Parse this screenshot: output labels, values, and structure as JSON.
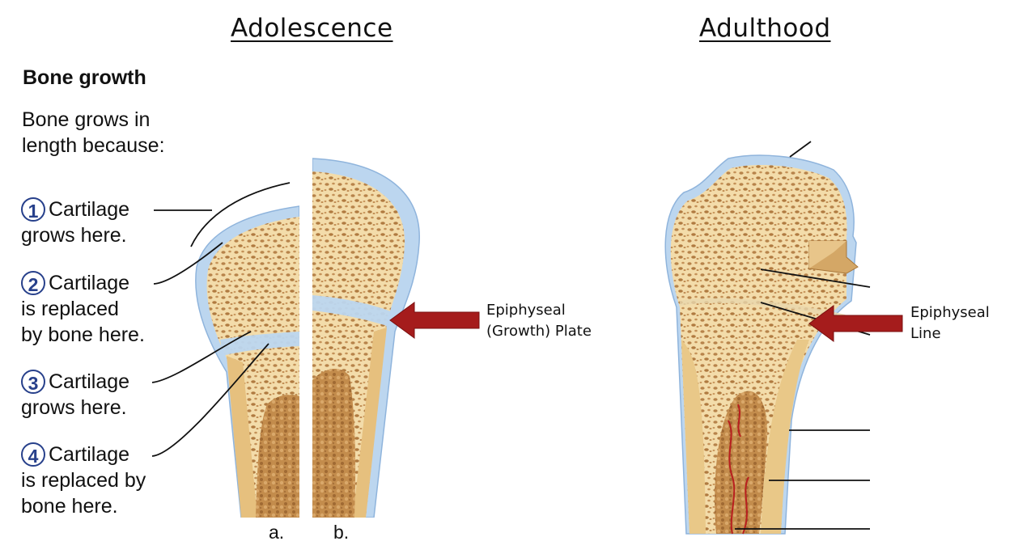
{
  "titles": {
    "left": "Adolescence",
    "right": "Adulthood"
  },
  "panel": {
    "title": "Bone growth",
    "intro_line1": "Bone grows in",
    "intro_line2": "length because:",
    "steps": [
      {
        "num": "1",
        "lines": [
          "Cartilage",
          "grows here."
        ]
      },
      {
        "num": "2",
        "lines": [
          "Cartilage",
          "is replaced",
          "by bone here."
        ]
      },
      {
        "num": "3",
        "lines": [
          "Cartilage",
          "grows here."
        ]
      },
      {
        "num": "4",
        "lines": [
          "Cartilage",
          "is replaced by",
          "bone here."
        ]
      }
    ],
    "sublabel_a": "a.",
    "sublabel_b": "b."
  },
  "annotations": {
    "plate_line1": "Epiphyseal",
    "plate_line2": "(Growth) Plate",
    "line_line1": "Epiphyseal",
    "line_line2": "Line"
  },
  "colors": {
    "bone": "#f1d9a6",
    "spongy_hole": "#b9854a",
    "cartilage": "#b9d4ef",
    "marrow": "#c58f4e",
    "arrow": "#a51c1c",
    "step_blue": "#27408b"
  }
}
